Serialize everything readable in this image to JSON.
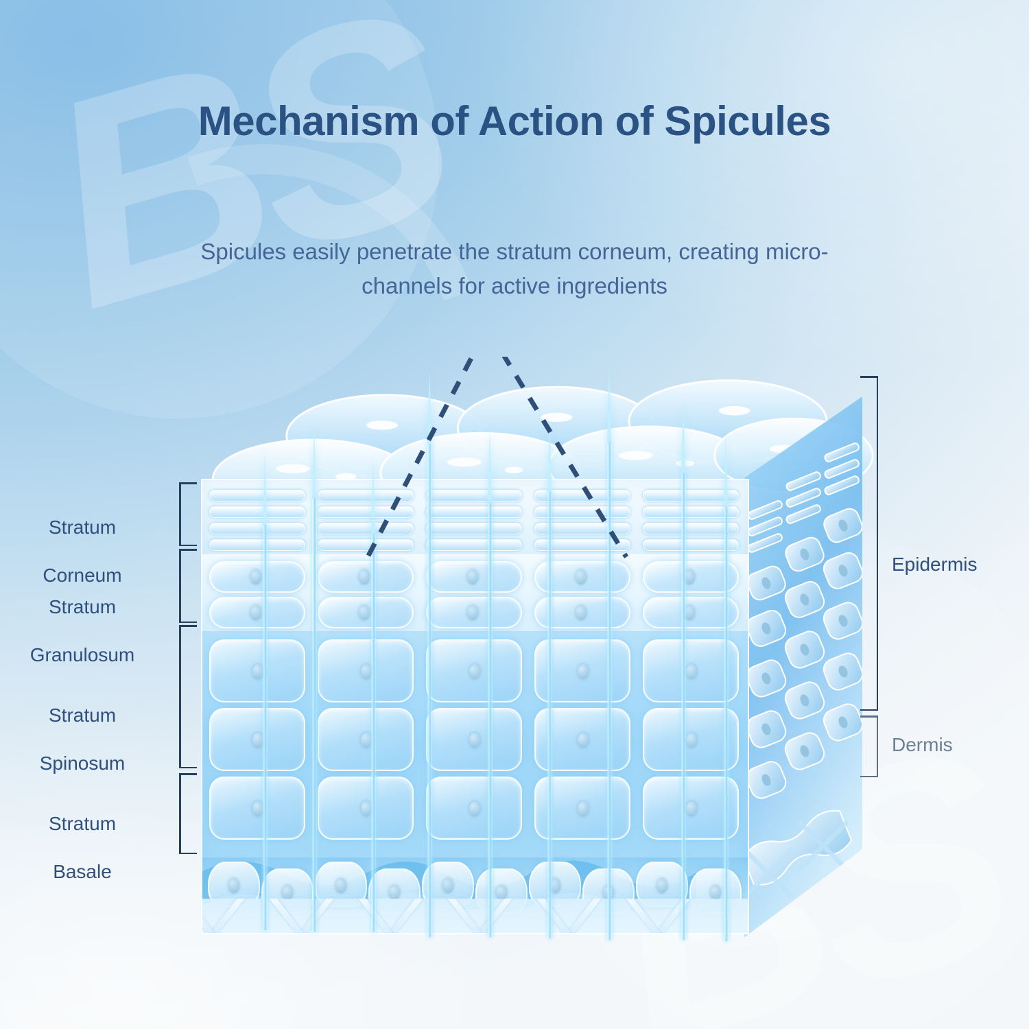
{
  "page": {
    "title": "Mechanism of Action of  Spicules",
    "subtitle": "Spicules easily penetrate the stratum corneum, creating micro-channels for active ingredients"
  },
  "colors": {
    "title": "#2a5384",
    "subtitle": "#456596",
    "label": "#2f4f7c",
    "label_muted": "#6b7f96",
    "bracket": "#28405e",
    "bracket_soft": "#5d6e85",
    "background_top_left": "#86bce8",
    "background_top_right": "#a9d0ec",
    "background_bottom_left": "#e5eef5",
    "spicule": "#c3eeff",
    "cell_fill": "#9ed8fa",
    "dashed_overlay": "#2f4e78"
  },
  "diagram": {
    "name": "skin-cross-section-block",
    "left_labels": [
      {
        "id": "stratum-corneum",
        "line1": "Stratum",
        "line2": "Corneum"
      },
      {
        "id": "stratum-granulosum",
        "line1": "Stratum",
        "line2": "Granulosum"
      },
      {
        "id": "stratum-spinosum",
        "line1": "Stratum",
        "line2": "Spinosum"
      },
      {
        "id": "stratum-basale",
        "line1": "Stratum",
        "line2": "Basale"
      }
    ],
    "right_labels": [
      {
        "id": "epidermis",
        "text": "Epidermis",
        "style": "dark"
      },
      {
        "id": "dermis",
        "text": "Dermis",
        "style": "muted"
      }
    ],
    "overlay": {
      "shape": "dashed-chevron",
      "description": "dashed triangular guide marking the micro-channel zone"
    },
    "spicule_count": 9,
    "watermark": "BS"
  }
}
